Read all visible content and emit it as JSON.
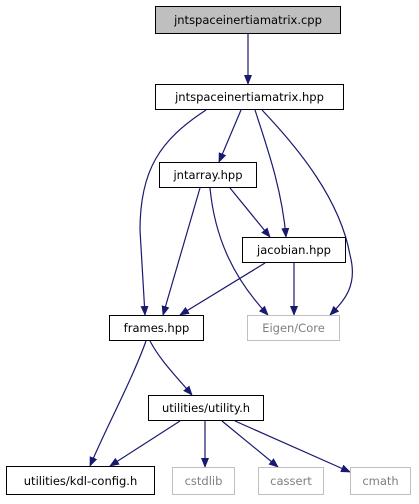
{
  "graph": {
    "colors": {
      "edge": "#191970",
      "node_border": "#000000",
      "external_border": "#bfbfbf",
      "external_text": "#7f7f7f",
      "root_fill": "#bfbfbf"
    },
    "nodes": [
      {
        "id": "cpp",
        "label": "jntspaceinertiamatrix.cpp",
        "kind": "root"
      },
      {
        "id": "hpp",
        "label": "jntspaceinertiamatrix.hpp",
        "kind": "local"
      },
      {
        "id": "jntarray",
        "label": "jntarray.hpp",
        "kind": "local"
      },
      {
        "id": "jacobian",
        "label": "jacobian.hpp",
        "kind": "local"
      },
      {
        "id": "frames",
        "label": "frames.hpp",
        "kind": "local"
      },
      {
        "id": "eigen",
        "label": "Eigen/Core",
        "kind": "external"
      },
      {
        "id": "utility",
        "label": "utilities/utility.h",
        "kind": "local"
      },
      {
        "id": "kdlconfig",
        "label": "utilities/kdl-config.h",
        "kind": "local"
      },
      {
        "id": "cstdlib",
        "label": "cstdlib",
        "kind": "external"
      },
      {
        "id": "cassert",
        "label": "cassert",
        "kind": "external"
      },
      {
        "id": "cmath",
        "label": "cmath",
        "kind": "external"
      }
    ],
    "edges": [
      {
        "from": "cpp",
        "to": "hpp"
      },
      {
        "from": "hpp",
        "to": "jntarray"
      },
      {
        "from": "hpp",
        "to": "frames"
      },
      {
        "from": "hpp",
        "to": "jacobian"
      },
      {
        "from": "hpp",
        "to": "eigen"
      },
      {
        "from": "jntarray",
        "to": "jacobian"
      },
      {
        "from": "jntarray",
        "to": "frames"
      },
      {
        "from": "jntarray",
        "to": "eigen"
      },
      {
        "from": "jacobian",
        "to": "frames"
      },
      {
        "from": "jacobian",
        "to": "eigen"
      },
      {
        "from": "frames",
        "to": "utility"
      },
      {
        "from": "frames",
        "to": "kdlconfig"
      },
      {
        "from": "utility",
        "to": "kdlconfig"
      },
      {
        "from": "utility",
        "to": "cstdlib"
      },
      {
        "from": "utility",
        "to": "cassert"
      },
      {
        "from": "utility",
        "to": "cmath"
      }
    ]
  }
}
